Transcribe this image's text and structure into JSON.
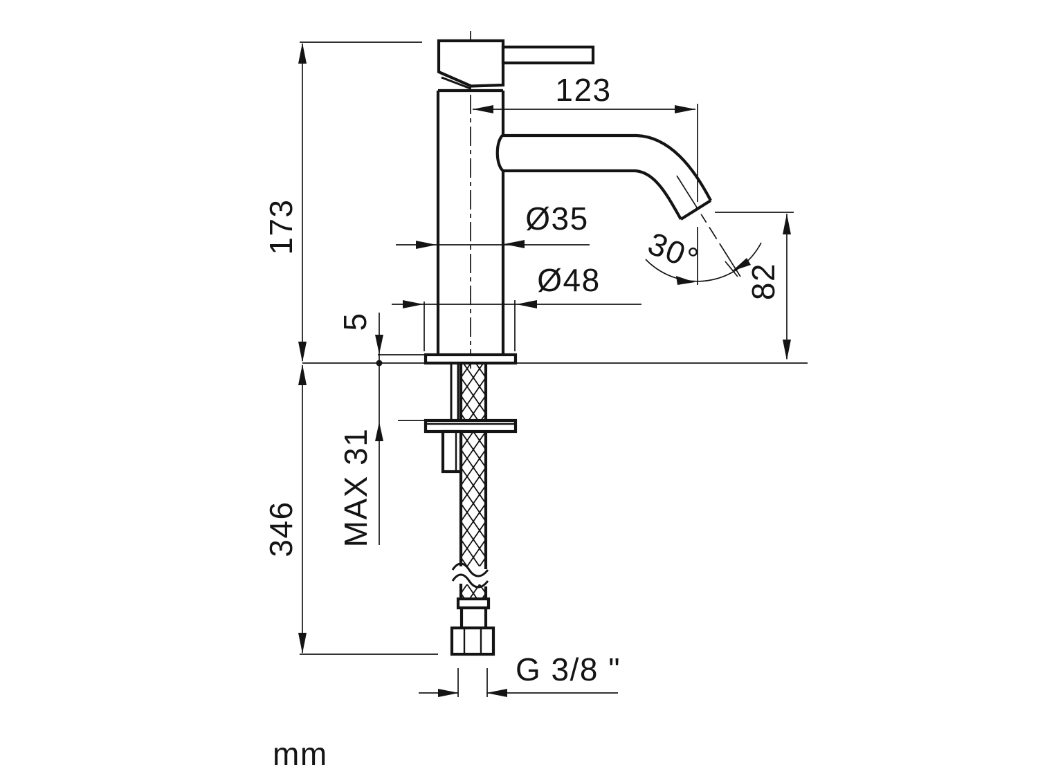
{
  "drawing": {
    "title": "single-lever-basin-mixer-dimension-drawing",
    "units_label": "mm",
    "line_color": "#141414",
    "background_color": "#ffffff",
    "dimensions": {
      "height_above_deck": "173",
      "height_below_deck": "346",
      "spout_reach": "123",
      "body_diameter": "Ø35",
      "base_diameter": "Ø48",
      "base_plate_thickness": "5",
      "max_deck_thickness": "MAX 31",
      "spout_outlet_height": "82",
      "spout_angle": "30°",
      "supply_connection": "G 3/8 \""
    }
  }
}
